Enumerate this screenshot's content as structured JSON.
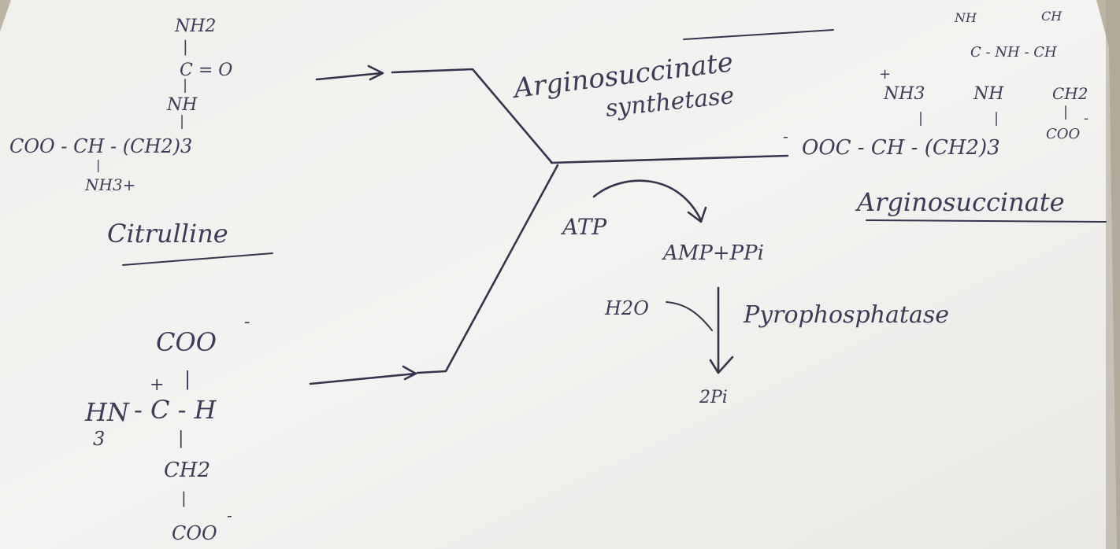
{
  "citrulline": {
    "nh2": "NH2",
    "bond1": "|",
    "carbonyl": "C = O",
    "bond2": "|",
    "nh": "NH",
    "bond3": "|",
    "backbone": "COO - CH - (CH2)3",
    "bond4": "|",
    "nh3": "NH3+",
    "name": "Citrulline"
  },
  "aspartate": {
    "coo_top": "COO",
    "coo_top_charge": "-",
    "plus": "+",
    "bond1": "|",
    "h3n": "HN",
    "h3n_sub": "3",
    "center": "- C - H",
    "bond2": "|",
    "ch2": "CH2",
    "bond3": "|",
    "coo_bottom": "COO",
    "coo_bottom_charge": "-"
  },
  "enzyme": {
    "line1": "Arginosuccinate",
    "line2": "synthetase"
  },
  "cofactors": {
    "atp": "ATP",
    "amp_ppi": "AMP+PPi",
    "h2o": "H2O",
    "pyrophosphatase": "Pyrophosphatase",
    "two_pi": "2Pi"
  },
  "product": {
    "top_nh": "NH",
    "top_ch": "CH",
    "row2": "C - NH - CH",
    "plus": "+",
    "nh3": "NH3",
    "nh": "NH",
    "ch2_side": "CH2",
    "bond_a": "|",
    "bond_b": "|",
    "bond_c": "|",
    "coo_side": "COO",
    "coo_side_charge": "-",
    "backbone": "OOC - CH - (CH2)3",
    "backbone_charge": "-",
    "name": "Arginosuccinate"
  },
  "colors": {
    "paper": "#f3f2ef",
    "ink": "#3b3c57"
  }
}
